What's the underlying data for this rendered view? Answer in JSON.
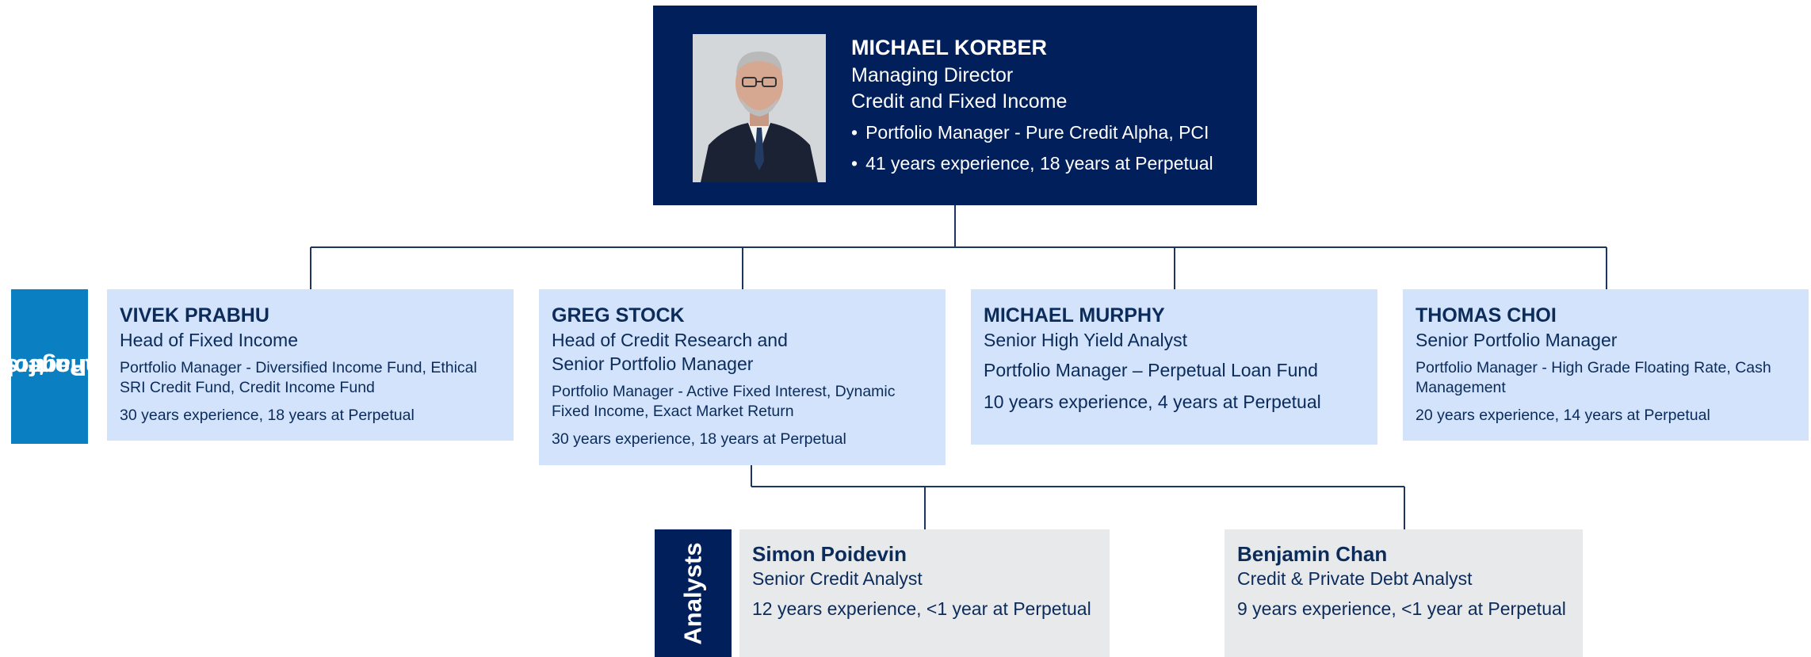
{
  "head": {
    "name": "MICHAEL KORBER",
    "title_line1": "Managing Director",
    "title_line2": "Credit and Fixed Income",
    "bullets": [
      "Portfolio Manager - Pure Credit Alpha, PCI",
      "41 years experience, 18 years at Perpetual"
    ]
  },
  "sections": {
    "portfolio_managers_line1": "Portfolio",
    "portfolio_managers_line2": "managers",
    "analysts": "Analysts"
  },
  "portfolio_managers": [
    {
      "name": "VIVEK PRABHU",
      "role": "Head of Fixed Income",
      "fund": "Portfolio Manager - Diversified Income Fund, Ethical SRI Credit Fund, Credit Income Fund",
      "experience": "30 years experience, 18 years at Perpetual"
    },
    {
      "name": "GREG STOCK",
      "role_line1": "Head of Credit Research and",
      "role_line2": "Senior Portfolio Manager",
      "fund": "Portfolio Manager - Active Fixed Interest, Dynamic Fixed Income, Exact Market Return",
      "experience": "30 years experience, 18 years at Perpetual"
    },
    {
      "name": "MICHAEL MURPHY",
      "role": "Senior High Yield Analyst",
      "fund": "Portfolio Manager – Perpetual Loan Fund",
      "experience": "10 years experience, 4 years at Perpetual"
    },
    {
      "name": "THOMAS CHOI",
      "role": "Senior Portfolio Manager",
      "fund": "Portfolio Manager - High Grade Floating Rate, Cash Management",
      "experience": "20 years experience, 14 years at Perpetual"
    }
  ],
  "analysts": [
    {
      "name": "Simon Poidevin",
      "role": "Senior Credit Analyst",
      "experience": "12 years experience, <1 year at Perpetual"
    },
    {
      "name": "Benjamin Chan",
      "role": "Credit & Private Debt Analyst",
      "experience": "9 years experience, <1 year at Perpetual"
    }
  ],
  "colors": {
    "navy": "#001f5b",
    "blue_tag": "#0a80c3",
    "light_blue": "#d2e3fb",
    "light_grey": "#e8e9eb",
    "text_navy": "#0b2b5b"
  }
}
